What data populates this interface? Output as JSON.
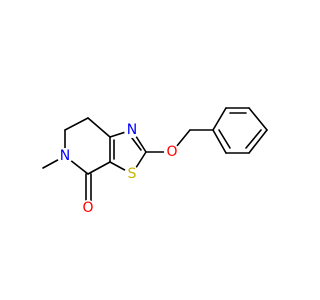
{
  "molecule": {
    "atoms": {
      "N_thiazole": {
        "label": "N",
        "color": "#0000ff"
      },
      "S_thiazole": {
        "label": "S",
        "color": "#c8b400"
      },
      "O_ether": {
        "label": "O",
        "color": "#ff0000"
      },
      "N_amide": {
        "label": "N",
        "color": "#0000ff"
      },
      "O_carbonyl": {
        "label": "O",
        "color": "#ff0000"
      }
    },
    "bond_color": "#000000"
  }
}
